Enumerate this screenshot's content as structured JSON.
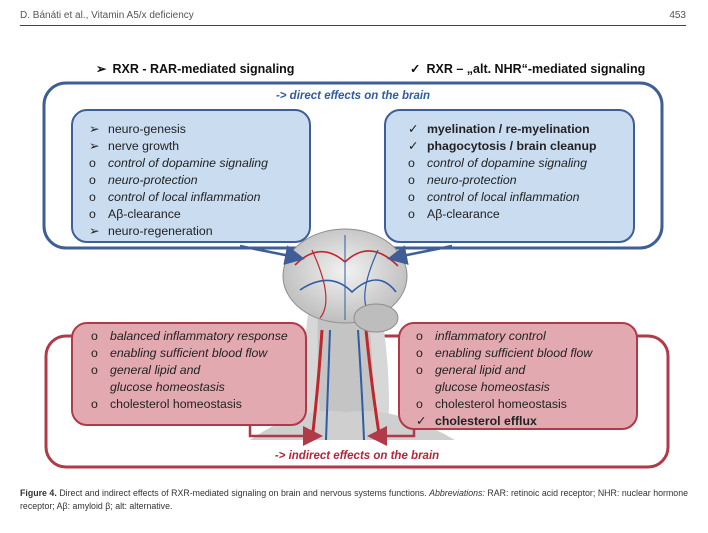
{
  "header": {
    "running_title": "D. Bánáti et al., Vitamin A5/x deficiency",
    "page_number": "453"
  },
  "figure": {
    "left_title": {
      "marker": "➢",
      "text": "RXR - RAR-mediated signaling"
    },
    "right_title": {
      "marker": "✓",
      "text": "RXR – „alt. NHR“-mediated signaling"
    },
    "direct_label": "-> direct effects on the brain",
    "indirect_label": "-> indirect effects on the brain",
    "colors": {
      "blue_frame": "#3f5d97",
      "blue_fill": "#c9dcf0",
      "blue_label": "#2f5ca6",
      "red_frame": "#b13a48",
      "red_fill": "#e3a9b1",
      "red_label": "#b1283a"
    },
    "direct_left": [
      {
        "marker": "➢",
        "text": "neuro-genesis",
        "italic": false,
        "bold": false
      },
      {
        "marker": "➢",
        "text": "nerve growth",
        "italic": false,
        "bold": false
      },
      {
        "marker": "o",
        "text": "control of dopamine signaling",
        "italic": true,
        "bold": false
      },
      {
        "marker": "o",
        "text": "neuro-protection",
        "italic": true,
        "bold": false
      },
      {
        "marker": "o",
        "text": "control of local inflammation",
        "italic": true,
        "bold": false
      },
      {
        "marker": "o",
        "text": "Aβ-clearance",
        "italic": false,
        "bold": false
      },
      {
        "marker": "➢",
        "text": "neuro-regeneration",
        "italic": false,
        "bold": false
      }
    ],
    "direct_right": [
      {
        "marker": "✓",
        "text": "myelination / re-myelination",
        "italic": false,
        "bold": true
      },
      {
        "marker": "✓",
        "text": "phagocytosis / brain cleanup",
        "italic": false,
        "bold": true
      },
      {
        "marker": "o",
        "text": "control of dopamine signaling",
        "italic": true,
        "bold": false
      },
      {
        "marker": "o",
        "text": "neuro-protection",
        "italic": true,
        "bold": false
      },
      {
        "marker": "o",
        "text": "control of local inflammation",
        "italic": true,
        "bold": false
      },
      {
        "marker": "o",
        "text": "Aβ-clearance",
        "italic": false,
        "bold": false
      }
    ],
    "indirect_left": [
      {
        "marker": "o",
        "text": "balanced inflammatory response",
        "italic": true,
        "bold": false
      },
      {
        "marker": "o",
        "text": "enabling sufficient blood flow",
        "italic": true,
        "bold": false
      },
      {
        "marker": "o",
        "text": "general lipid and",
        "italic": true,
        "bold": false
      },
      {
        "marker": "",
        "text": "glucose homeostasis",
        "italic": true,
        "bold": false
      },
      {
        "marker": "o",
        "text": "cholesterol homeostasis",
        "italic": false,
        "bold": false
      }
    ],
    "indirect_right": [
      {
        "marker": "o",
        "text": "inflammatory control",
        "italic": true,
        "bold": false
      },
      {
        "marker": "o",
        "text": "enabling sufficient blood flow",
        "italic": true,
        "bold": false
      },
      {
        "marker": "o",
        "text": "general lipid and",
        "italic": true,
        "bold": false
      },
      {
        "marker": "",
        "text": "glucose homeostasis",
        "italic": true,
        "bold": false
      },
      {
        "marker": "o",
        "text": "cholesterol homeostasis",
        "italic": false,
        "bold": false
      },
      {
        "marker": "✓",
        "text": "cholesterol efflux",
        "italic": false,
        "bold": true
      }
    ]
  },
  "caption": {
    "label": "Figure 4.",
    "body": "Direct and indirect effects of RXR-mediated signaling on brain and nervous systems functions.",
    "abbr_label": "Abbreviations:",
    "abbr_text": "RAR: retinoic acid receptor; NHR: nuclear hormone receptor; Aβ: amyloid β; alt: alternative."
  }
}
